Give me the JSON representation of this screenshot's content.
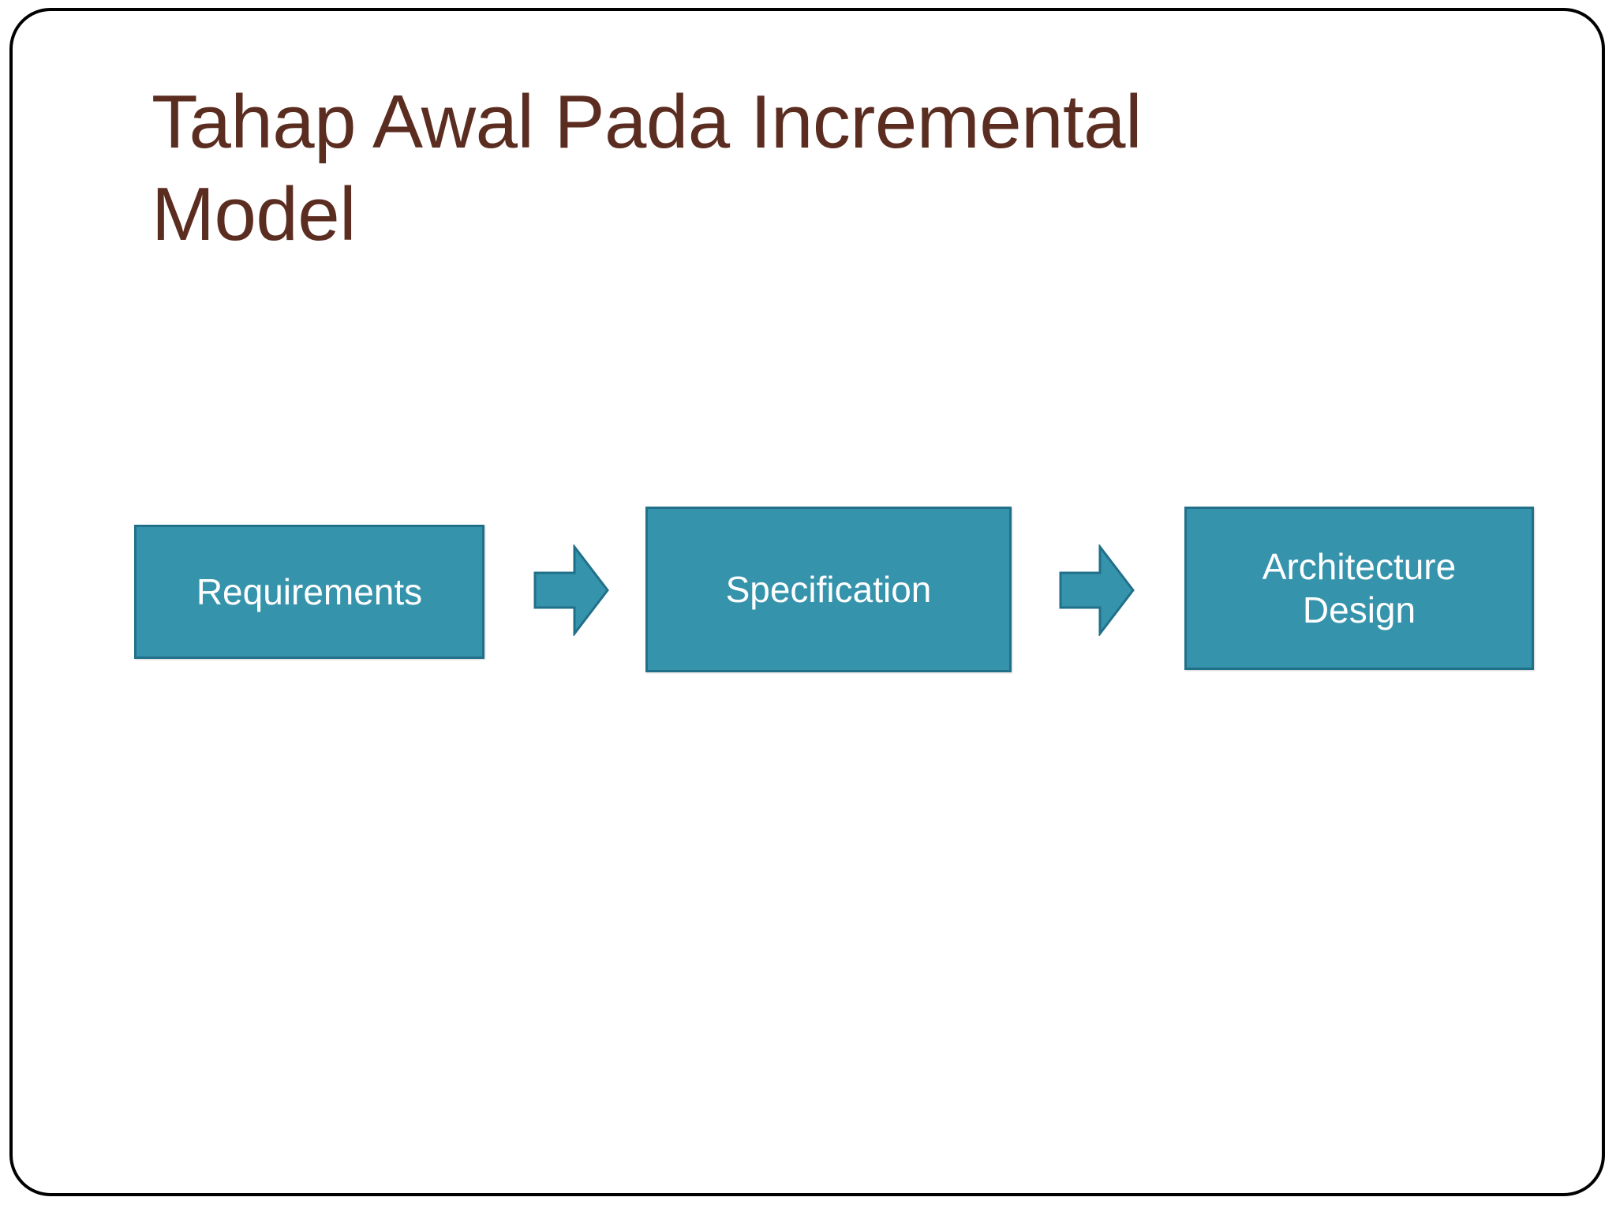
{
  "slide": {
    "title": "Tahap Awal Pada Incremental\nModel",
    "border_color": "#000000",
    "background_color": "#FFFFFF",
    "title_color": "#5B2D21"
  },
  "diagram": {
    "type": "flow",
    "accent_fill": "#3693AC",
    "accent_border": "#21708A",
    "node_text_color": "#FFFFFF",
    "nodes": [
      {
        "label": "Requirements"
      },
      {
        "label": "Specification"
      },
      {
        "label": "Architecture\nDesign"
      }
    ],
    "connectors": [
      {
        "direction": "right"
      },
      {
        "direction": "right"
      }
    ]
  }
}
